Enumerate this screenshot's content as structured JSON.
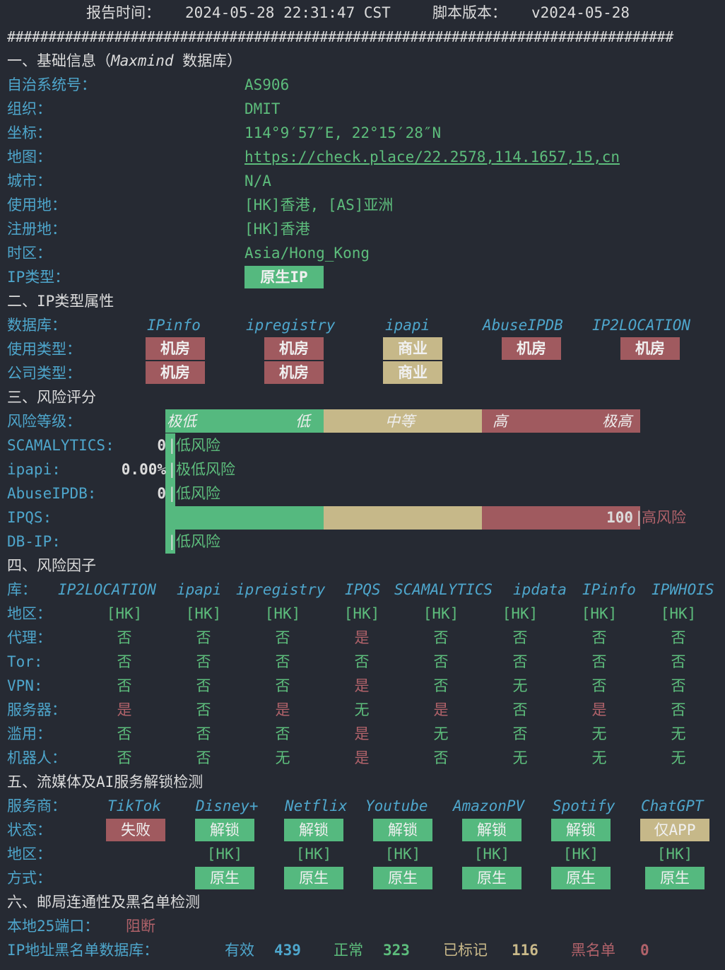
{
  "header": {
    "report_time_label": "报告时间：",
    "report_time": "2024-05-28 22:31:47 CST",
    "script_version_label": "脚本版本：",
    "script_version": "v2024-05-28"
  },
  "separator": "#################################################################################",
  "basic": {
    "title": "一、基础信息（",
    "title_italic": "Maxmind",
    "title_end": " 数据库）",
    "rows": [
      {
        "label": "自治系统号：",
        "value": "AS906"
      },
      {
        "label": "组织：",
        "value": "DMIT"
      },
      {
        "label": "坐标：",
        "value": "114°9′57″E, 22°15′28″N"
      },
      {
        "label": "地图：",
        "value": "https://check.place/22.2578,114.1657,15,cn"
      },
      {
        "label": "城市：",
        "value": "N/A"
      },
      {
        "label": "使用地：",
        "value": "[HK]香港, [AS]亚洲"
      },
      {
        "label": "注册地：",
        "value": "[HK]香港"
      },
      {
        "label": "时区：",
        "value": "Asia/Hong_Kong"
      },
      {
        "label": "IP类型：",
        "value": "原生IP"
      }
    ]
  },
  "ip_type": {
    "title": "二、IP类型属性",
    "db_label": "数据库：",
    "usage_label": "使用类型：",
    "company_label": "公司类型：",
    "databases": [
      "IPinfo",
      "ipregistry",
      "ipapi",
      "AbuseIPDB",
      "IP2LOCATION"
    ],
    "usage": [
      "机房",
      "机房",
      "商业",
      "机房",
      "机房"
    ],
    "company": [
      "机房",
      "机房",
      "商业",
      "",
      ""
    ]
  },
  "risk": {
    "title": "三、风险评分",
    "level_label": "风险等级：",
    "levels": [
      "极低",
      "低",
      "中等",
      "高",
      "极高"
    ],
    "scores": [
      {
        "name": "SCAMALYTICS:",
        "score": "0",
        "verdict": "低风险",
        "value": 0
      },
      {
        "name": "ipapi:",
        "score": "0.00%",
        "verdict": "极低风险",
        "value": 0
      },
      {
        "name": "AbuseIPDB:",
        "score": "0",
        "verdict": "低风险",
        "value": 0
      },
      {
        "name": "IPQS:",
        "score": "100",
        "verdict": "高风险",
        "value": 100
      },
      {
        "name": "DB-IP:",
        "score": "",
        "verdict": "低风险",
        "value": 0
      }
    ],
    "colors": {
      "low": "#55b97f",
      "mid": "#c6b889",
      "high": "#a05a5f"
    }
  },
  "factors": {
    "title": "四、风险因子",
    "lib_label": "库：",
    "columns": [
      "IP2LOCATION",
      "ipapi",
      "ipregistry",
      "IPQS",
      "SCAMALYTICS",
      "ipdata",
      "IPinfo",
      "IPWHOIS"
    ],
    "rows": [
      {
        "label": "地区：",
        "values": [
          "[HK]",
          "[HK]",
          "[HK]",
          "[HK]",
          "[HK]",
          "[HK]",
          "[HK]",
          "[HK]"
        ]
      },
      {
        "label": "代理：",
        "values": [
          "否",
          "否",
          "否",
          "是",
          "否",
          "否",
          "否",
          "否"
        ]
      },
      {
        "label": "Tor:",
        "values": [
          "否",
          "否",
          "否",
          "否",
          "否",
          "否",
          "否",
          "否"
        ]
      },
      {
        "label": "VPN:",
        "values": [
          "否",
          "否",
          "否",
          "是",
          "否",
          "无",
          "否",
          "否"
        ]
      },
      {
        "label": "服务器：",
        "values": [
          "是",
          "否",
          "是",
          "无",
          "是",
          "否",
          "是",
          "否"
        ]
      },
      {
        "label": "滥用：",
        "values": [
          "否",
          "否",
          "否",
          "是",
          "无",
          "否",
          "无",
          "无"
        ]
      },
      {
        "label": "机器人：",
        "values": [
          "否",
          "否",
          "无",
          "是",
          "否",
          "无",
          "无",
          "无"
        ]
      }
    ]
  },
  "streaming": {
    "title": "五、流媒体及AI服务解锁检测",
    "provider_label": "服务商：",
    "status_label": "状态：",
    "region_label": "地区：",
    "method_label": "方式：",
    "services": [
      {
        "name": "TikTok",
        "status": "失败",
        "status_kind": "fail",
        "region": "",
        "method": ""
      },
      {
        "name": "Disney+",
        "status": "解锁",
        "status_kind": "ok",
        "region": "[HK]",
        "method": "原生"
      },
      {
        "name": "Netflix",
        "status": "解锁",
        "status_kind": "ok",
        "region": "[HK]",
        "method": "原生"
      },
      {
        "name": "Youtube",
        "status": "解锁",
        "status_kind": "ok",
        "region": "[HK]",
        "method": "原生"
      },
      {
        "name": "AmazonPV",
        "status": "解锁",
        "status_kind": "ok",
        "region": "[HK]",
        "method": "原生"
      },
      {
        "name": "Spotify",
        "status": "解锁",
        "status_kind": "ok",
        "region": "[HK]",
        "method": "原生"
      },
      {
        "name": "ChatGPT",
        "status": "仅APP",
        "status_kind": "partial",
        "region": "[HK]",
        "method": "原生"
      }
    ]
  },
  "mail": {
    "title": "六、邮局连通性及黑名单检测",
    "port25_label": "本地25端口：",
    "port25_value": "阻断",
    "blacklist_label": "IP地址黑名单数据库：",
    "valid_label": "有效",
    "valid": "439",
    "clean_label": "正常",
    "clean": "323",
    "marked_label": "已标记",
    "marked": "116",
    "black_label": "黑名单",
    "black": "0"
  }
}
